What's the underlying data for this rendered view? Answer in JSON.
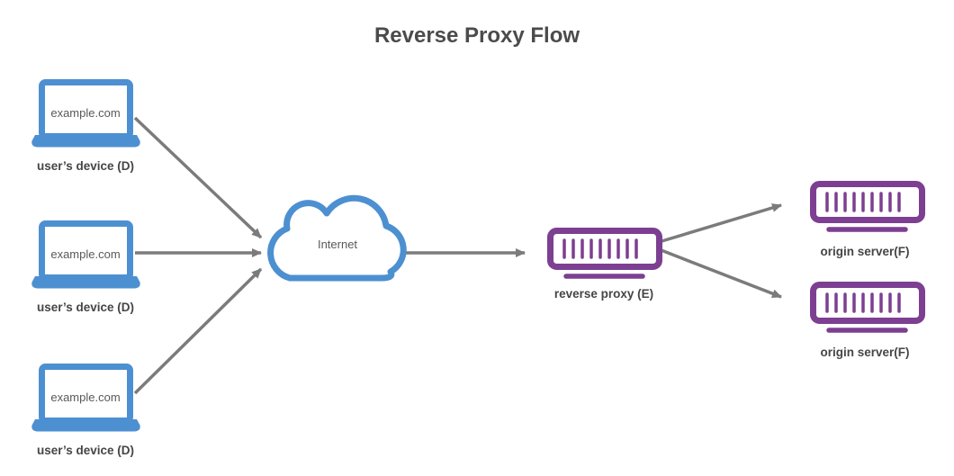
{
  "title": "Reverse Proxy Flow",
  "colors": {
    "device_blue": "#4d90d1",
    "server_purple": "#7d3f91",
    "arrow_gray": "#7b7b7b",
    "title_color": "#4b4b4b",
    "label_color": "#454545",
    "inner_text_color": "#595959"
  },
  "nodes": {
    "device1": {
      "screen_text": "example.com",
      "label": "user’s device (D)"
    },
    "device2": {
      "screen_text": "example.com",
      "label": "user’s device (D)"
    },
    "device3": {
      "screen_text": "example.com",
      "label": "user’s device (D)"
    },
    "internet": {
      "label": "Internet"
    },
    "reverse_proxy": {
      "label": "reverse proxy (E)"
    },
    "origin1": {
      "label": "origin server(F)"
    },
    "origin2": {
      "label": "origin server(F)"
    }
  },
  "connections": [
    {
      "from": "user’s device (D) #1",
      "to": "Internet"
    },
    {
      "from": "user’s device (D) #2",
      "to": "Internet"
    },
    {
      "from": "user’s device (D) #3",
      "to": "Internet"
    },
    {
      "from": "Internet",
      "to": "reverse proxy (E)"
    },
    {
      "from": "reverse proxy (E)",
      "to": "origin server(F) #1"
    },
    {
      "from": "reverse proxy (E)",
      "to": "origin server(F) #2"
    }
  ]
}
